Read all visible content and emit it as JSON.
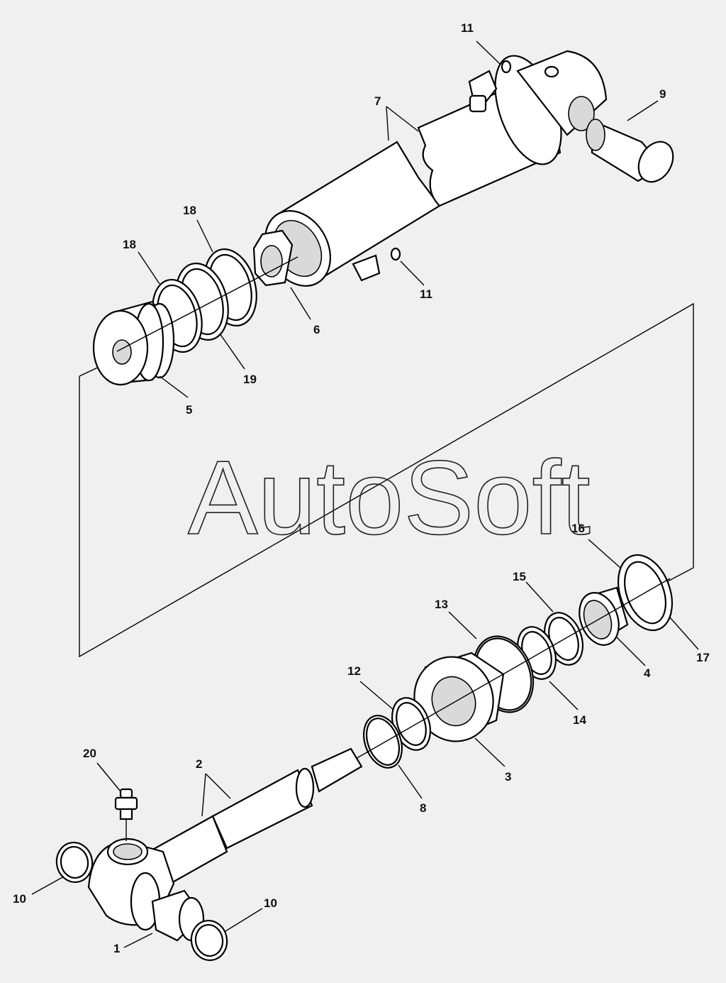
{
  "watermark": "AutoSoft",
  "callouts": [
    {
      "id": "c11a",
      "text": "11"
    },
    {
      "id": "c11b",
      "text": "11"
    },
    {
      "id": "c7",
      "text": "7"
    },
    {
      "id": "c9",
      "text": "9"
    },
    {
      "id": "c18a",
      "text": "18"
    },
    {
      "id": "c18b",
      "text": "18"
    },
    {
      "id": "c6",
      "text": "6"
    },
    {
      "id": "c19",
      "text": "19"
    },
    {
      "id": "c5",
      "text": "5"
    },
    {
      "id": "c16",
      "text": "16"
    },
    {
      "id": "c15",
      "text": "15"
    },
    {
      "id": "c13",
      "text": "13"
    },
    {
      "id": "c17",
      "text": "17"
    },
    {
      "id": "c4",
      "text": "4"
    },
    {
      "id": "c14",
      "text": "14"
    },
    {
      "id": "c12",
      "text": "12"
    },
    {
      "id": "c3",
      "text": "3"
    },
    {
      "id": "c8",
      "text": "8"
    },
    {
      "id": "c20",
      "text": "20"
    },
    {
      "id": "c2",
      "text": "2"
    },
    {
      "id": "c10a",
      "text": "10"
    },
    {
      "id": "c10b",
      "text": "10"
    },
    {
      "id": "c1",
      "text": "1"
    }
  ]
}
